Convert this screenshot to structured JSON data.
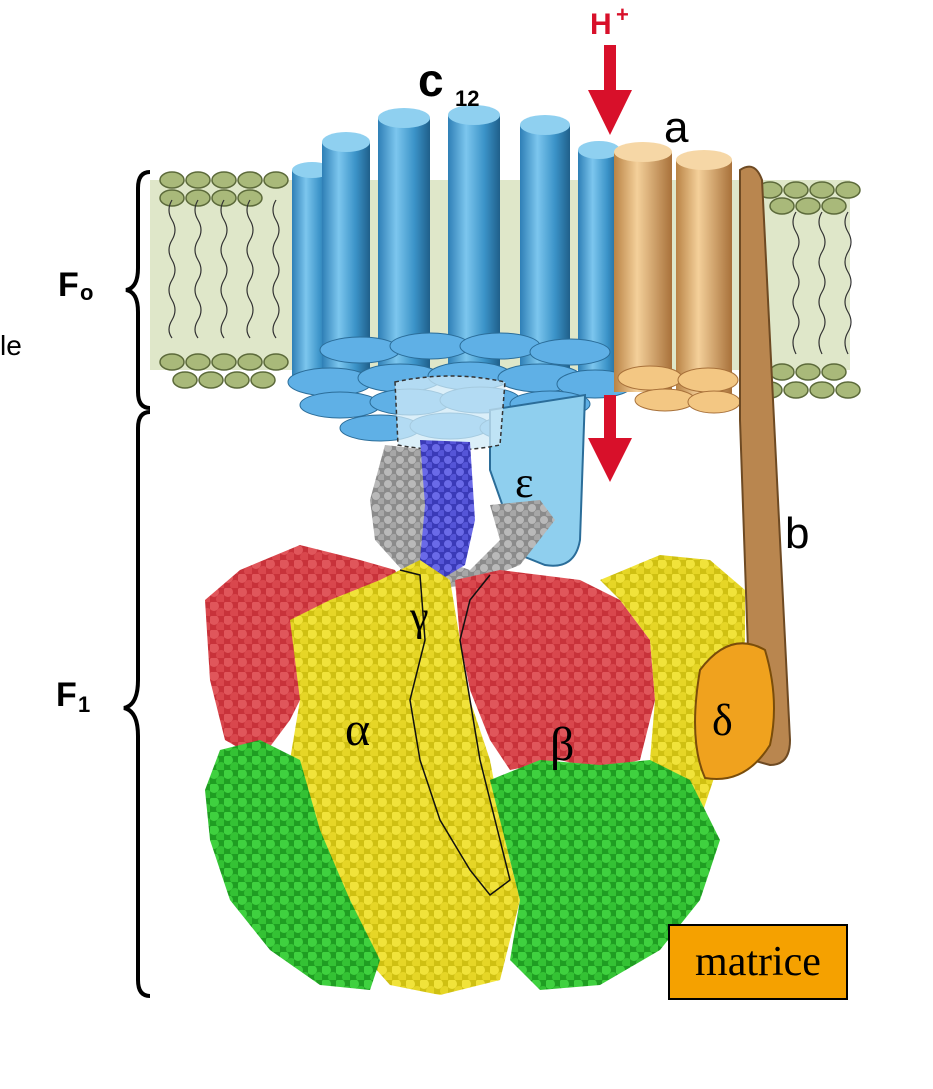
{
  "labels": {
    "c_ring": "c",
    "c_ring_sub": "12",
    "proton": "H",
    "proton_sup": "+",
    "subunit_a": "a",
    "subunit_b": "b",
    "fo": "F",
    "fo_sub": "o",
    "f1": "F",
    "f1_sub": "1",
    "epsilon": "ε",
    "gamma": "γ",
    "alpha": "α",
    "beta": "β",
    "delta": "δ",
    "cut_text": "le",
    "matrice": "matrice"
  },
  "colors": {
    "membrane_fill": "#dfe7c9",
    "lipid_head": "#a9b97a",
    "c_ring_blue": "#4ea3d6",
    "c_ring_top": "#8fd0f0",
    "subunit_a": "#e9b879",
    "stalk_b": "#b9864f",
    "delta": "#f0a21e",
    "alpha": "#e3d418",
    "beta": "#d8444a",
    "green": "#2fbd2f",
    "gamma_gray": "#9a9a9a",
    "gamma_blue": "#4f4fd6",
    "epsilon": "#8fcfee",
    "arrow_red": "#d8102a",
    "matrice_box": "#f5a100"
  }
}
